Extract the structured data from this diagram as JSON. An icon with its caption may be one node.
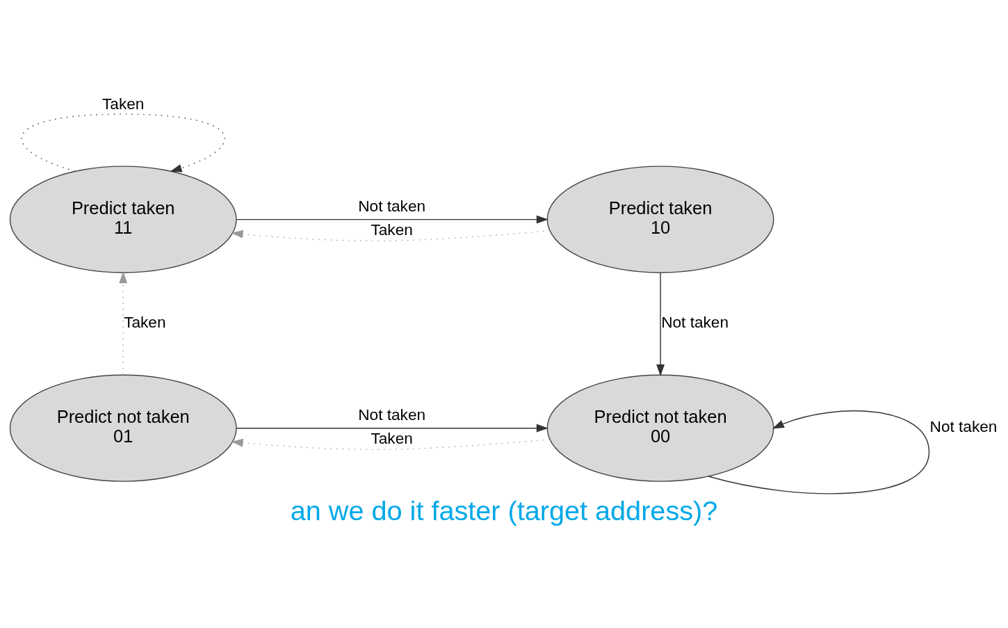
{
  "diagram": {
    "caption": "an we do it faster (target address)?",
    "nodes": [
      {
        "text": [
          "Predict taken",
          "11"
        ]
      },
      {
        "text": [
          "Predict taken",
          "10"
        ]
      },
      {
        "text": [
          "Predict not taken",
          "01"
        ]
      },
      {
        "text": [
          "Predict not taken",
          "00"
        ]
      }
    ],
    "edges": [
      {
        "from": 0,
        "to": 0,
        "arrow": "to",
        "label": "Taken",
        "style": "dashed"
      },
      {
        "from": 0,
        "to": 1,
        "arrow": "to",
        "label": "Not taken"
      },
      {
        "from": 1,
        "to": 0,
        "arrow": "to",
        "label": "Taken",
        "style": "dashed",
        "color": "#999999"
      },
      {
        "from": 1,
        "to": 3,
        "arrow": "to",
        "label": "Not taken"
      },
      {
        "from": 2,
        "to": 0,
        "arrow": "to",
        "label": "Taken",
        "style": "dashed",
        "color": "#999999"
      },
      {
        "from": 2,
        "to": 3,
        "arrow": "to",
        "label": "Not taken"
      },
      {
        "from": 3,
        "to": 2,
        "arrow": "to",
        "label": "Taken",
        "style": "dashed",
        "color": "#999999"
      },
      {
        "from": 3,
        "to": 3,
        "arrow": "to",
        "label": "Not taken"
      }
    ]
  }
}
